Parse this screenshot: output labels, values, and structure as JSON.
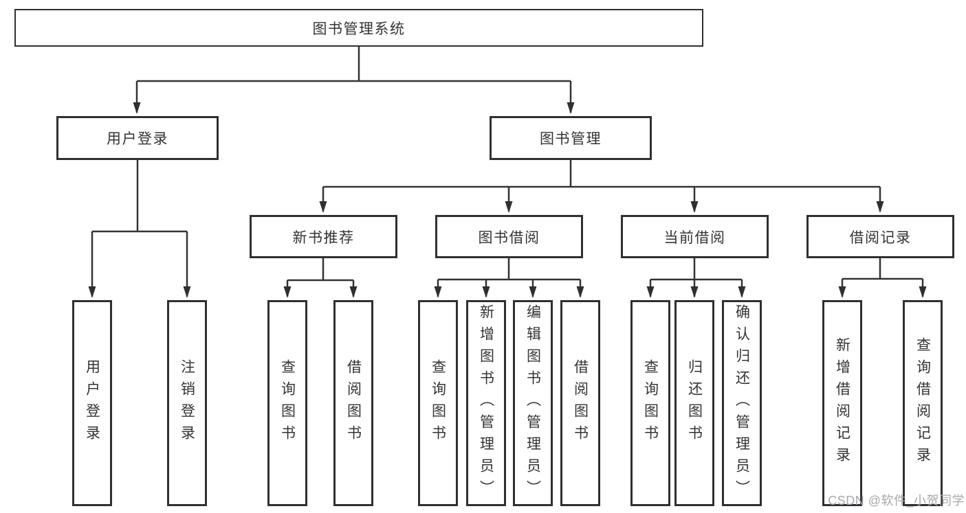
{
  "root": {
    "label": "图书管理系统"
  },
  "branches": {
    "user": {
      "label": "用户登录",
      "children": {
        "login": {
          "label": "用户登录"
        },
        "logout": {
          "label": "注销登录"
        }
      }
    },
    "book": {
      "label": "图书管理",
      "sections": {
        "recommend": {
          "label": "新书推荐",
          "children": {
            "query": {
              "label": "查询图书"
            },
            "borrow": {
              "label": "借阅图书"
            }
          }
        },
        "borrowing": {
          "label": "图书借阅",
          "children": {
            "query": {
              "label": "查询图书"
            },
            "add": {
              "label": "新增图书（管理员）"
            },
            "edit": {
              "label": "编辑图书（管理员）"
            },
            "borrow": {
              "label": "借阅图书"
            }
          }
        },
        "current": {
          "label": "当前借阅",
          "children": {
            "query": {
              "label": "查询图书"
            },
            "return": {
              "label": "归还图书"
            },
            "confirm": {
              "label": "确认归还（管理员）"
            }
          }
        },
        "records": {
          "label": "借阅记录",
          "children": {
            "add": {
              "label": "新增借阅记录"
            },
            "query": {
              "label": "查询借阅记录"
            }
          }
        }
      }
    }
  },
  "watermark": {
    "text": "CSDN @软件_小贺同学"
  },
  "colors": {
    "box_border": "#2f2f2f",
    "connector_line": "#333333",
    "box_fill": "#ffffff",
    "text": "#333333",
    "watermark_text": "#a7a7ad",
    "background": "#ffffff"
  }
}
